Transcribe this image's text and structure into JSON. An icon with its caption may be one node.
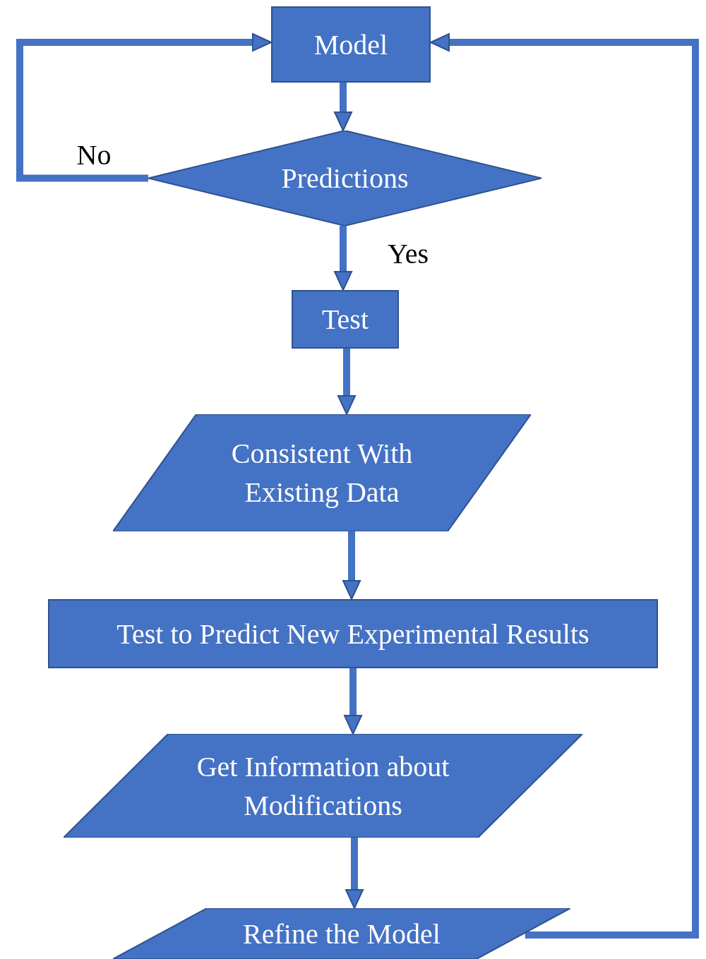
{
  "diagram": {
    "nodes": [
      {
        "text": [
          "Model"
        ]
      },
      {
        "text": [
          "Predictions"
        ]
      },
      {
        "text": [
          "Test"
        ]
      },
      {
        "text": [
          "Consistent With Existing Data"
        ]
      },
      {
        "text": [
          "Test to Predict New Experimental Results"
        ]
      },
      {
        "text": [
          "Get Information about Modifications"
        ]
      },
      {
        "text": [
          "Refine the Model"
        ]
      }
    ],
    "edges": [
      {
        "from": 0,
        "to": 1,
        "arrow": "to"
      },
      {
        "from": 1,
        "to": 2,
        "arrow": "to",
        "label": "Yes"
      },
      {
        "from": 2,
        "to": 3,
        "arrow": "to"
      },
      {
        "from": 3,
        "to": 4,
        "arrow": "to"
      },
      {
        "from": 4,
        "to": 5,
        "arrow": "to"
      },
      {
        "from": 5,
        "to": 6,
        "arrow": "to"
      },
      {
        "from": 1,
        "to": 0,
        "arrow": "to",
        "label": "No"
      },
      {
        "from": 6,
        "to": 0,
        "arrow": "to"
      }
    ]
  }
}
